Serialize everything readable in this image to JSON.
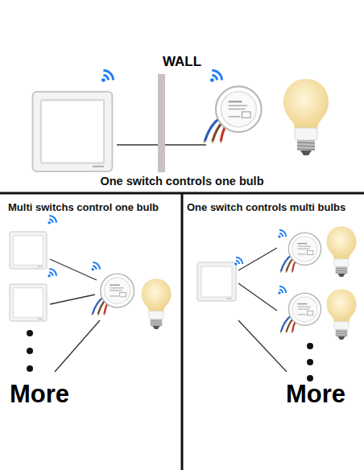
{
  "diagram": {
    "nodes": [
      {
        "text": [
          "One switch controls one bulb"
        ]
      },
      {
        "text": [
          "Multi switchs control one bulb"
        ]
      },
      {
        "text": [
          "One switch controls multi bulbs"
        ]
      }
    ],
    "labels": [
      "WALL",
      "More",
      "More"
    ]
  }
}
